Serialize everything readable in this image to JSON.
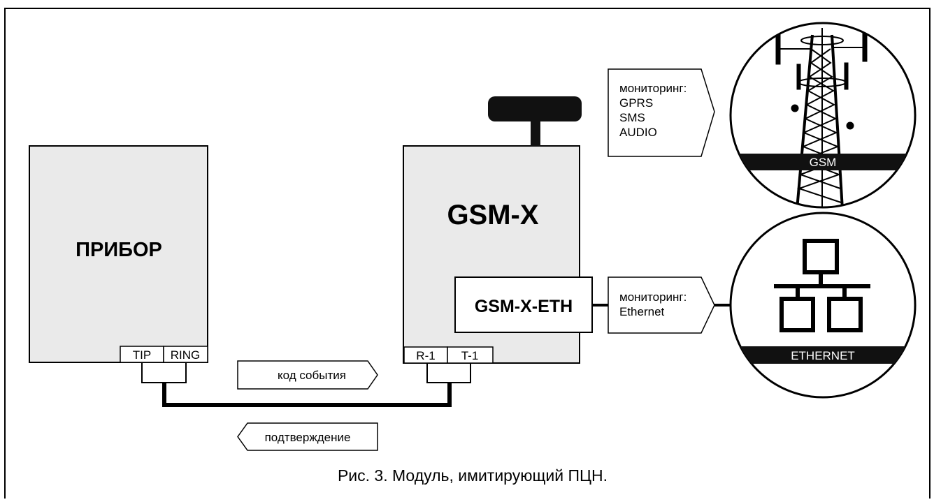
{
  "devices": {
    "panel_label": "ПРИБОР",
    "gsm_label": "GSM-X",
    "eth_module_label": "GSM-X-ETH"
  },
  "terminals": {
    "tip": "TIP",
    "ring": "RING",
    "r1": "R-1",
    "t1": "T-1"
  },
  "arrows": {
    "event_code": "код события",
    "confirmation": "подтверждение"
  },
  "callouts": {
    "gsm_monitoring": [
      "мониторинг:",
      "GPRS",
      "SMS",
      "AUDIO"
    ],
    "eth_monitoring": [
      "мониторинг:",
      "Ethernet"
    ]
  },
  "networks": {
    "gsm": "GSM",
    "ethernet": "ETHERNET"
  },
  "colors": {
    "device_fill": "#eaeaea",
    "line": "#000000",
    "band": "#111111",
    "band_text": "#ffffff"
  },
  "icons": {
    "gsm": "cell-tower-icon",
    "ethernet": "network-topology-icon"
  },
  "caption": "Рис. 3. Модуль, имитирующий ПЦН."
}
